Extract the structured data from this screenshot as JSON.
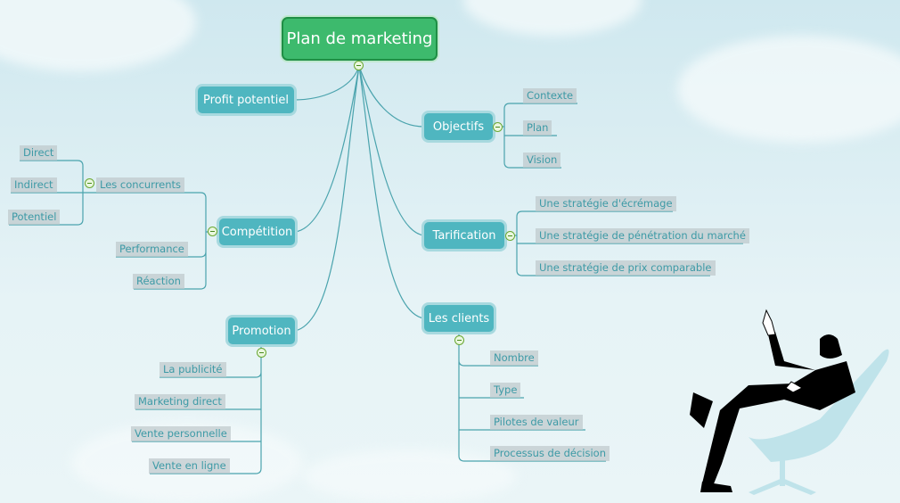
{
  "root": "Plan de marketing",
  "topics": {
    "profit": "Profit potentiel",
    "objectifs": {
      "label": "Objectifs",
      "children": [
        "Contexte",
        "Plan",
        "Vision"
      ]
    },
    "tarification": {
      "label": "Tarification",
      "children": [
        "Une stratégie d'écrémage",
        "Une stratégie de pénétration du marché",
        "Une stratégie de prix comparable"
      ]
    },
    "clients": {
      "label": "Les clients",
      "children": [
        "Nombre",
        "Type",
        "Pilotes de valeur",
        "Processus de décision"
      ]
    },
    "promotion": {
      "label": "Promotion",
      "children": [
        "La publicité",
        "Marketing direct",
        "Vente personnelle",
        "Vente en ligne"
      ]
    },
    "competition": {
      "label": "Compétition",
      "children": [
        "Les concurrents",
        "Performance",
        "Réaction"
      ],
      "concurrents": [
        "Direct",
        "Indirect",
        "Potentiel"
      ]
    }
  },
  "colors": {
    "topic": "#4fb6c0",
    "root": "#3dba6d",
    "line": "#4aa3ad"
  }
}
